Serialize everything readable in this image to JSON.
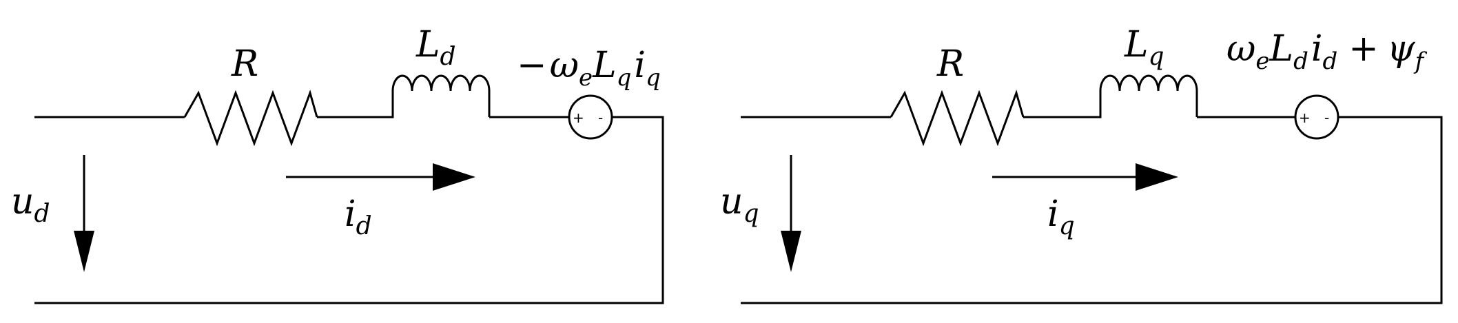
{
  "colors": {
    "ink": "#000000",
    "background": "#ffffff"
  },
  "d_circuit": {
    "resistor": {
      "symbol": "R"
    },
    "inductor": {
      "symbol": "L",
      "subscript": "d"
    },
    "source": {
      "minus_sign": "−",
      "omega": "ω",
      "omega_sub": "e",
      "L": "L",
      "L_sub": "q",
      "i": "i",
      "i_sub": "q",
      "plus_mark": "+",
      "minus_mark": "-"
    },
    "current": {
      "symbol": "i",
      "subscript": "d"
    },
    "voltage": {
      "symbol": "u",
      "subscript": "d"
    }
  },
  "q_circuit": {
    "resistor": {
      "symbol": "R"
    },
    "inductor": {
      "symbol": "L",
      "subscript": "q"
    },
    "source": {
      "omega": "ω",
      "omega_sub": "e",
      "L": "L",
      "L_sub": "d",
      "i": "i",
      "i_sub": "d",
      "plus": "+",
      "psi": "ψ",
      "psi_sub": "f",
      "plus_mark": "+",
      "minus_mark": "-"
    },
    "current": {
      "symbol": "i",
      "subscript": "q"
    },
    "voltage": {
      "symbol": "u",
      "subscript": "q"
    }
  }
}
